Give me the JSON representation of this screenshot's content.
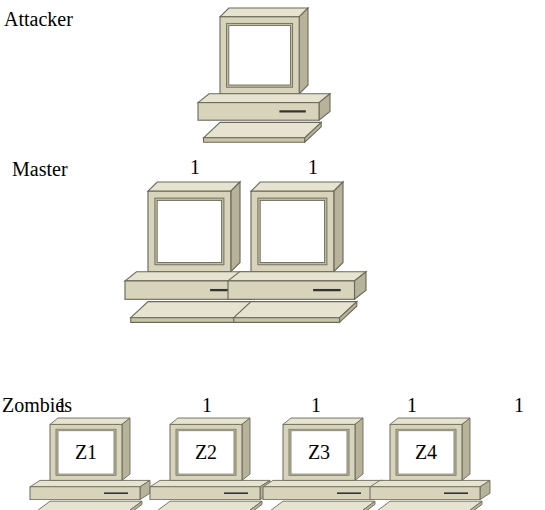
{
  "diagram": {
    "nodes": [
      {
        "text": [
          "Z1"
        ]
      },
      {
        "text": [
          "Z2"
        ]
      },
      {
        "text": [
          "Z3"
        ]
      },
      {
        "text": [
          "Z4"
        ]
      }
    ],
    "labels": [
      "Attacker",
      "Master",
      "1",
      "1",
      "Zombies",
      "1",
      "1",
      "1",
      "1",
      "1"
    ]
  }
}
